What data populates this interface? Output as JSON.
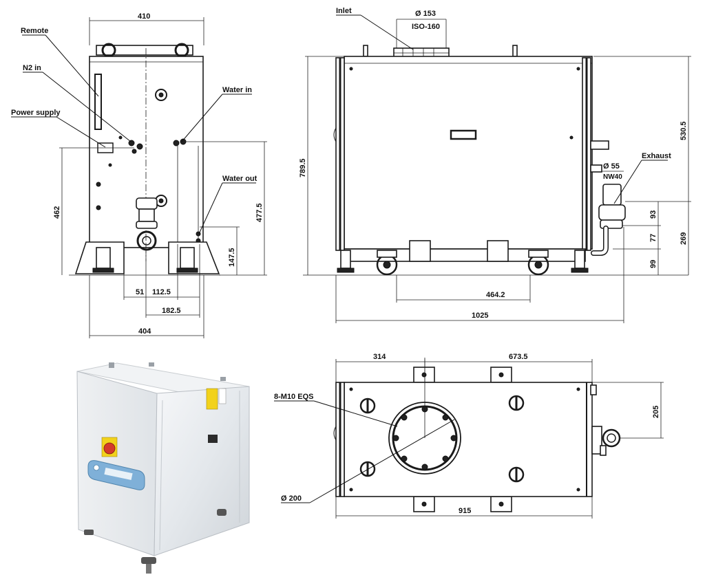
{
  "front_view": {
    "callouts": {
      "remote": "Remote",
      "n2_in": "N2 in",
      "power_supply": "Power supply",
      "water_in": "Water in",
      "water_out": "Water out"
    },
    "dims": {
      "top_width": "410",
      "bottom_width": "404",
      "height_left": "462",
      "height_right": "477.5",
      "height_outlet": "147.5",
      "offset_51": "51",
      "offset_112": "112.5",
      "offset_182": "182.5"
    }
  },
  "side_view": {
    "callouts": {
      "inlet": "Inlet",
      "inlet_dia": "Ø 153",
      "inlet_flange": "ISO-160",
      "exhaust": "Exhaust",
      "exhaust_dia": "Ø 55",
      "exhaust_flange": "NW40"
    },
    "dims": {
      "total_height": "789.5",
      "top_to_exhaust": "530.5",
      "exhaust_height": "269",
      "d93": "93",
      "d77": "77",
      "d99": "99",
      "wheel_base": "464.2",
      "total_length": "1025"
    }
  },
  "top_view": {
    "callouts": {
      "bolts": "8-M10 EQS",
      "flange_dia": "Ø 200"
    },
    "dims": {
      "d314": "314",
      "d673": "673.5",
      "d205": "205",
      "d915": "915"
    }
  },
  "colors": {
    "line": "#1a1a1a",
    "cabinet": "#f2f4f6",
    "panel_label": "#7fb0d8",
    "button": "#d43a2a",
    "warning": "#f2d21b"
  }
}
